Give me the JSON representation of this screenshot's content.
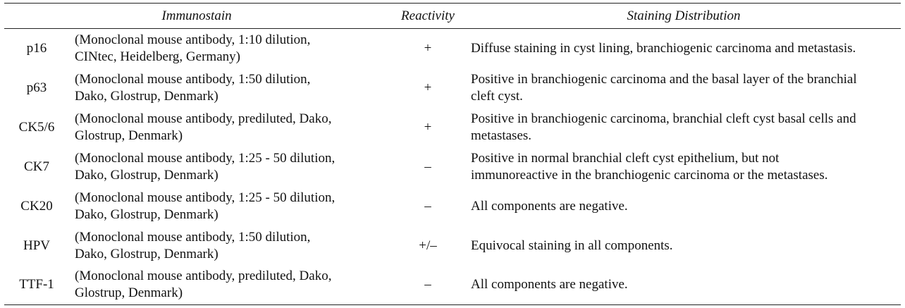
{
  "header": {
    "immunostain": "Immunostain",
    "reactivity": "Reactivity",
    "distribution": "Staining Distribution"
  },
  "rows": [
    {
      "code": "p16",
      "antibody_line1": "(Monoclonal mouse antibody, 1:10 dilution,",
      "antibody_line2": "CINtec, Heidelberg, Germany)",
      "reactivity": "+",
      "distribution_line1": "Diffuse staining in cyst lining, branchiogenic carcinoma and metastasis.",
      "distribution_line2": ""
    },
    {
      "code": "p63",
      "antibody_line1": "(Monoclonal mouse antibody, 1:50 dilution,",
      "antibody_line2": "Dako, Glostrup, Denmark)",
      "reactivity": "+",
      "distribution_line1": "Positive in branchiogenic carcinoma and the basal layer of the branchial",
      "distribution_line2": "cleft cyst."
    },
    {
      "code": "CK5/6",
      "antibody_line1": "(Monoclonal mouse antibody, prediluted, Dako,",
      "antibody_line2": "Glostrup, Denmark)",
      "reactivity": "+",
      "distribution_line1": "Positive in branchiogenic carcinoma, branchial cleft cyst basal cells and",
      "distribution_line2": "metastases."
    },
    {
      "code": "CK7",
      "antibody_line1": "(Monoclonal mouse antibody, 1:25 - 50 dilution,",
      "antibody_line2": "Dako, Glostrup, Denmark)",
      "reactivity": "–",
      "distribution_line1": "Positive in normal branchial cleft cyst epithelium, but not",
      "distribution_line2": "immunoreactive in the branchiogenic carcinoma or the metastases."
    },
    {
      "code": "CK20",
      "antibody_line1": "(Monoclonal mouse antibody, 1:25 - 50 dilution,",
      "antibody_line2": "Dako, Glostrup, Denmark)",
      "reactivity": "–",
      "distribution_line1": "All components are negative.",
      "distribution_line2": ""
    },
    {
      "code": "HPV",
      "antibody_line1": "(Monoclonal mouse antibody, 1:50 dilution,",
      "antibody_line2": "Dako, Glostrup, Denmark)",
      "reactivity": "+/–",
      "distribution_line1": "Equivocal staining in all components.",
      "distribution_line2": ""
    },
    {
      "code": "TTF-1",
      "antibody_line1": "(Monoclonal mouse antibody, prediluted, Dako,",
      "antibody_line2": "Glostrup, Denmark)",
      "reactivity": "–",
      "distribution_line1": "All components are negative.",
      "distribution_line2": ""
    }
  ]
}
